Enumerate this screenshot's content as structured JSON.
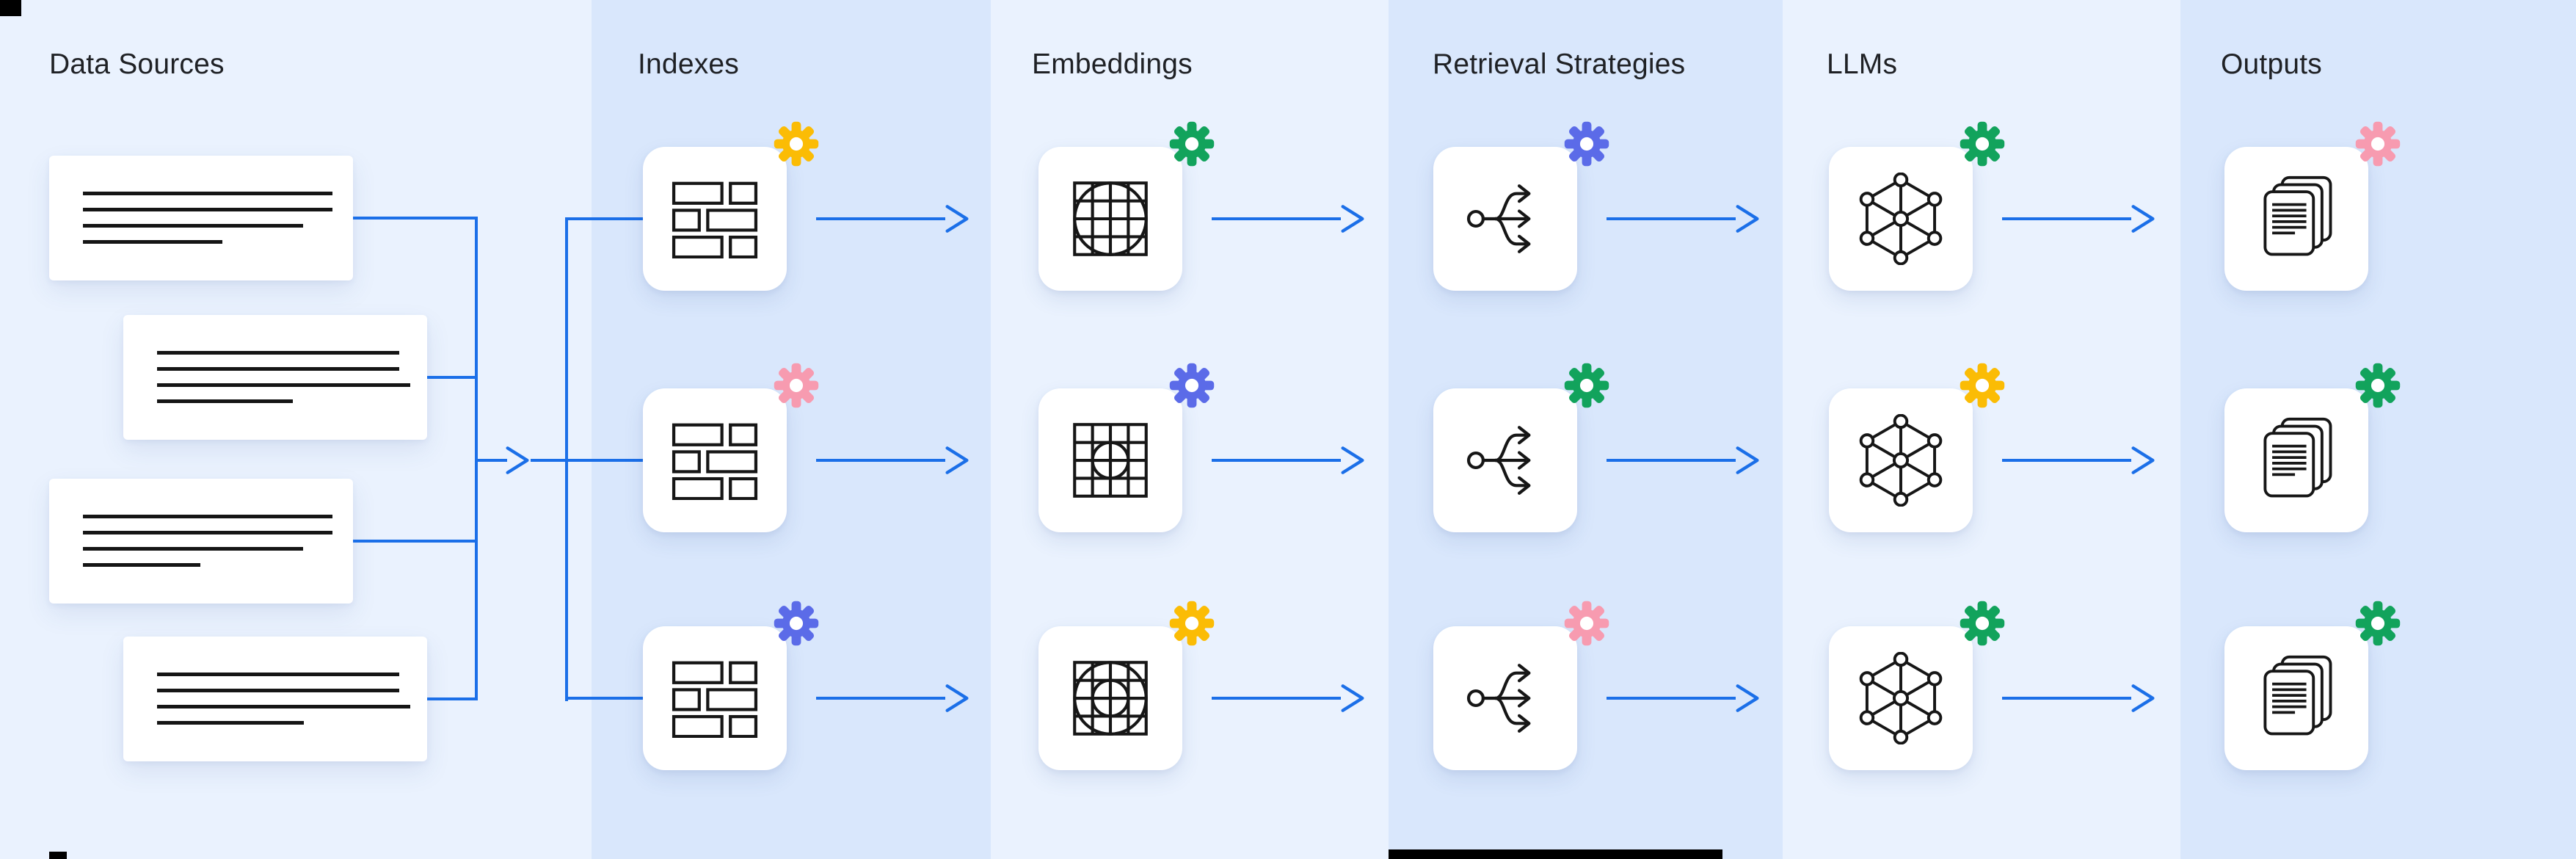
{
  "diagram": {
    "type": "pipeline-flow",
    "rows": 3,
    "source_cards": 4,
    "flow_order": [
      "Data Sources",
      "Indexes",
      "Embeddings",
      "Retrieval Strategies",
      "LLMs",
      "Outputs"
    ]
  },
  "columns": [
    {
      "id": "data-sources",
      "label": "Data Sources",
      "icon": "document-card"
    },
    {
      "id": "indexes",
      "label": "Indexes",
      "icon": "grid-blocks-icon",
      "badges": [
        "yellow",
        "pink",
        "blue"
      ]
    },
    {
      "id": "embeddings",
      "label": "Embeddings",
      "icon": "embedding-grid-icon",
      "badges": [
        "green",
        "blue",
        "yellow"
      ]
    },
    {
      "id": "retrieval-strategies",
      "label": "Retrieval Strategies",
      "icon": "branch-arrows-icon",
      "badges": [
        "blue",
        "green",
        "pink"
      ]
    },
    {
      "id": "llms",
      "label": "LLMs",
      "icon": "network-graph-icon",
      "badges": [
        "green",
        "yellow",
        "green"
      ]
    },
    {
      "id": "outputs",
      "label": "Outputs",
      "icon": "documents-stack-icon",
      "badges": [
        "pink",
        "green",
        "green"
      ]
    }
  ],
  "colors": {
    "gear_yellow": "#FBBC05",
    "gear_green": "#12A35C",
    "gear_blue": "#5B6BE8",
    "gear_pink": "#F79BB0",
    "connector_blue": "#1B6FE8",
    "band_light": "#EAF2FE",
    "band_dark": "#D9E7FC",
    "node_white": "#FFFFFF",
    "icon_ink": "#161616",
    "header_text": "#1F2125"
  }
}
